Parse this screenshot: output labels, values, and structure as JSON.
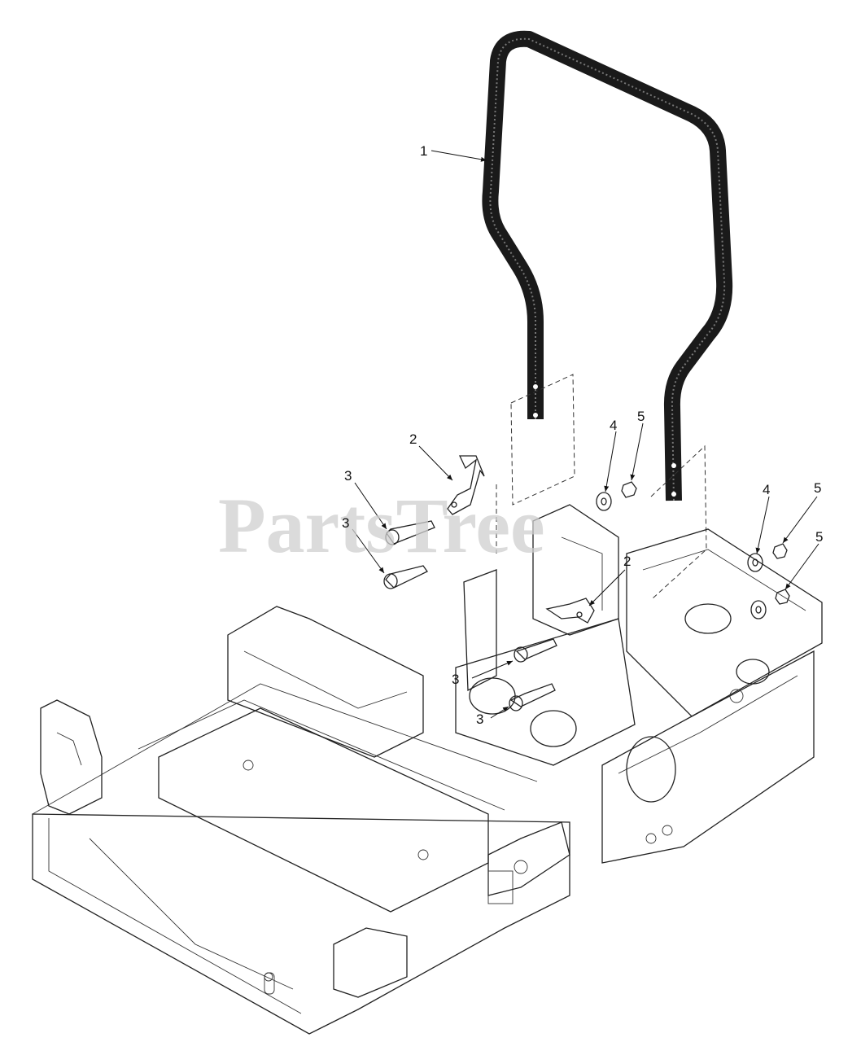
{
  "watermark": "PartsTree",
  "callouts": [
    {
      "id": "c1",
      "text": "1"
    },
    {
      "id": "c2a",
      "text": "2"
    },
    {
      "id": "c2b",
      "text": "2"
    },
    {
      "id": "c3a",
      "text": "3"
    },
    {
      "id": "c3b",
      "text": "3"
    },
    {
      "id": "c3c",
      "text": "3"
    },
    {
      "id": "c3d",
      "text": "3"
    },
    {
      "id": "c4a",
      "text": "4"
    },
    {
      "id": "c4b",
      "text": "4"
    },
    {
      "id": "c5a",
      "text": "5"
    },
    {
      "id": "c5b",
      "text": "5"
    },
    {
      "id": "c5c",
      "text": "5"
    }
  ],
  "colors": {
    "line": "#222222",
    "rollbar": "#1a1a1a",
    "watermark": "#cfcfcf"
  }
}
